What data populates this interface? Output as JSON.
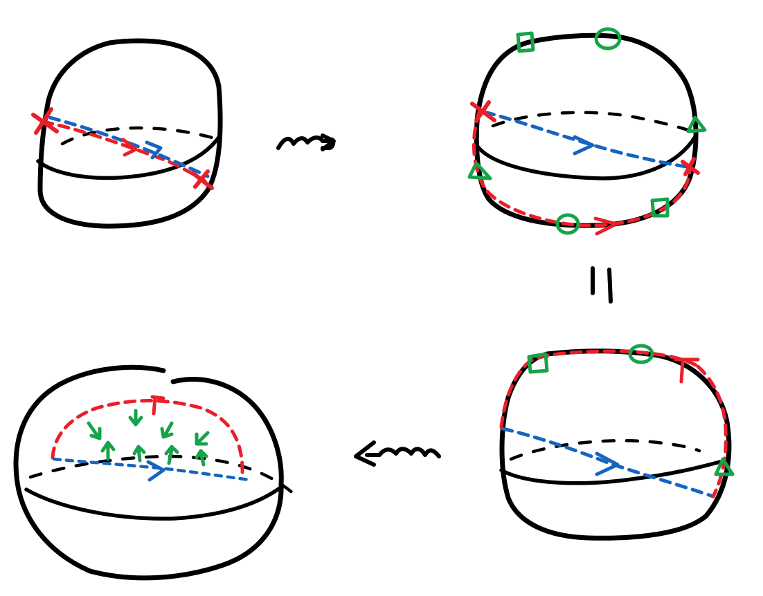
{
  "colors": {
    "ink": "#000000",
    "path_red": "#e8202a",
    "path_blue": "#1565c0",
    "marker_green": "#16a34a"
  },
  "diagram": {
    "panels": [
      {
        "id": "sphere-1",
        "description_icon": "sphere-with-crossed-path"
      },
      {
        "id": "sphere-2",
        "description_icon": "sphere-with-boundary-markers"
      },
      {
        "id": "sphere-3",
        "description_icon": "sphere-with-top-markers"
      },
      {
        "id": "sphere-4",
        "description_icon": "sphere-with-flow-arrows"
      }
    ],
    "connectors": [
      {
        "from": "sphere-1",
        "to": "sphere-2",
        "kind": "squiggle-arrow-right"
      },
      {
        "from": "sphere-2",
        "to": "sphere-3",
        "kind": "equals-vertical"
      },
      {
        "from": "sphere-3",
        "to": "sphere-4",
        "kind": "squiggle-arrow-left"
      }
    ]
  }
}
